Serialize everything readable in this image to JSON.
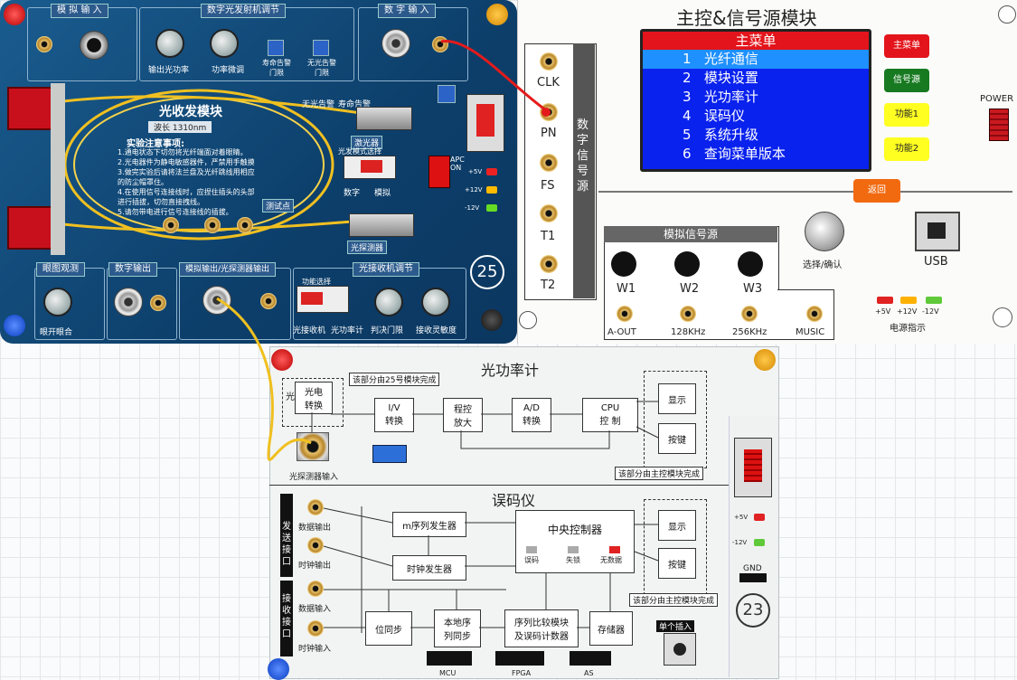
{
  "top_board": {
    "sections": {
      "analog_input": "模 拟 输 入",
      "digital_tx_tune": "数字光发射机调节",
      "digital_input": "数 字 输 入",
      "eye_observe": "眼图观测",
      "digital_output": "数字输出",
      "analog_out_detector_out": "模拟输出/光探测器输出",
      "rx_tune": "光接收机调节"
    },
    "knob_labels": {
      "out_power": "输出光功率",
      "power_fine": "功率微调",
      "life_alarm": "寿命告警\n门限",
      "no_light_alarm": "无光告警\n门限",
      "eye_open": "眼开眼合",
      "judge_threshold": "判决门限",
      "rx_sensitivity": "接收灵敏度"
    },
    "transceiver_title": "光收发模块",
    "wavelength": "波长 1310nm",
    "notice_title": "实验注意事项:",
    "notice_lines": [
      "1.通电状态下切勿将光纤端面对着眼睛。",
      "2.光电器件为静电敏感器件，严禁用手触摸",
      "3.做完实验后请将法兰盘及光纤跳线用相应",
      "   的防尘帽罩住。",
      "4.在使用信号连接线时，应捏住插头的头部",
      "   进行插拔，切勿直接拽线。",
      "5.请勿带电进行信号连接线的插拔。"
    ],
    "alarm_labels": {
      "no_light": "无光告警",
      "life": "寿命告警"
    },
    "laser_label": "激光器",
    "mode_switch_title": "光发模式选择",
    "mode_switch_opts": [
      "数字",
      "模拟"
    ],
    "test_point": "测试点",
    "detector_label": "光探测器",
    "func_select": "功能选择",
    "func_opts": [
      "光接收机",
      "光功率计"
    ],
    "apc_label": "APC\nON",
    "board_number": "25",
    "voltage_labels": [
      "+5V",
      "+12V",
      "-12V"
    ]
  },
  "main_panel": {
    "title": "主控&信号源模块",
    "lcd": {
      "header": "主菜单",
      "items": [
        {
          "num": "1",
          "text": "光纤通信",
          "selected": true
        },
        {
          "num": "2",
          "text": "模块设置",
          "selected": false
        },
        {
          "num": "3",
          "text": "光功率计",
          "selected": false
        },
        {
          "num": "4",
          "text": "误码仪",
          "selected": false
        },
        {
          "num": "5",
          "text": "系统升级",
          "selected": false
        },
        {
          "num": "6",
          "text": "查询菜单版本",
          "selected": false
        }
      ]
    },
    "buttons": {
      "main_menu": "主菜单",
      "signal_src": "信号源",
      "func1": "功能1",
      "func2": "功能2",
      "back": "返回"
    },
    "power_label": "POWER",
    "digital_src": {
      "title": "数字信号源",
      "ports": [
        "CLK",
        "PN",
        "FS",
        "T1",
        "T2"
      ]
    },
    "analog_src": {
      "title": "模拟信号源",
      "knobs": [
        "W1",
        "W2",
        "W3"
      ],
      "ports": [
        "A-OUT",
        "128KHz",
        "256KHz",
        "MUSIC"
      ]
    },
    "select_confirm": "选择/确认",
    "usb": "USB",
    "power_indicator": {
      "title": "电源指示",
      "labels": [
        "+5V",
        "+12V",
        "-12V"
      ]
    },
    "colors": {
      "red": "#e3141b",
      "green": "#177a21",
      "yellow": "#ffff22",
      "orange": "#f26a10",
      "lcd_blue": "#0a22ee"
    }
  },
  "bottom_board": {
    "power_meter": {
      "title": "光功率计",
      "input_label": "光",
      "blocks": [
        "光电\n转换",
        "I/V\n转换",
        "程控\n放大",
        "A/D\n转换",
        "CPU\n控 制",
        "显示",
        "按键"
      ],
      "note_top": "该部分由25号模块完成",
      "note_bottom": "该部分由主控模块完成",
      "port_label": "光探测器输入"
    },
    "bert": {
      "title": "误码仪",
      "tx_port": "发送接口",
      "rx_port": "接收接口",
      "port_labels": [
        "数据输出",
        "时钟输出",
        "数据输入",
        "时钟输入"
      ],
      "blocks": [
        "m序列发生器",
        "时钟发生器",
        "中央控制器",
        "显示",
        "按键",
        "位同步",
        "本地序\n列同步",
        "序列比较模块\n及误码计数器",
        "存储器"
      ],
      "led_labels": [
        "误码",
        "失锁",
        "无数据"
      ],
      "note": "该部分由主控模块完成",
      "single_insert": "单个插入",
      "headers": [
        "MCU",
        "FPGA",
        "AS"
      ]
    },
    "board_number": "23",
    "gnd": "GND",
    "voltage_labels": [
      "+5V",
      "-12V"
    ]
  }
}
